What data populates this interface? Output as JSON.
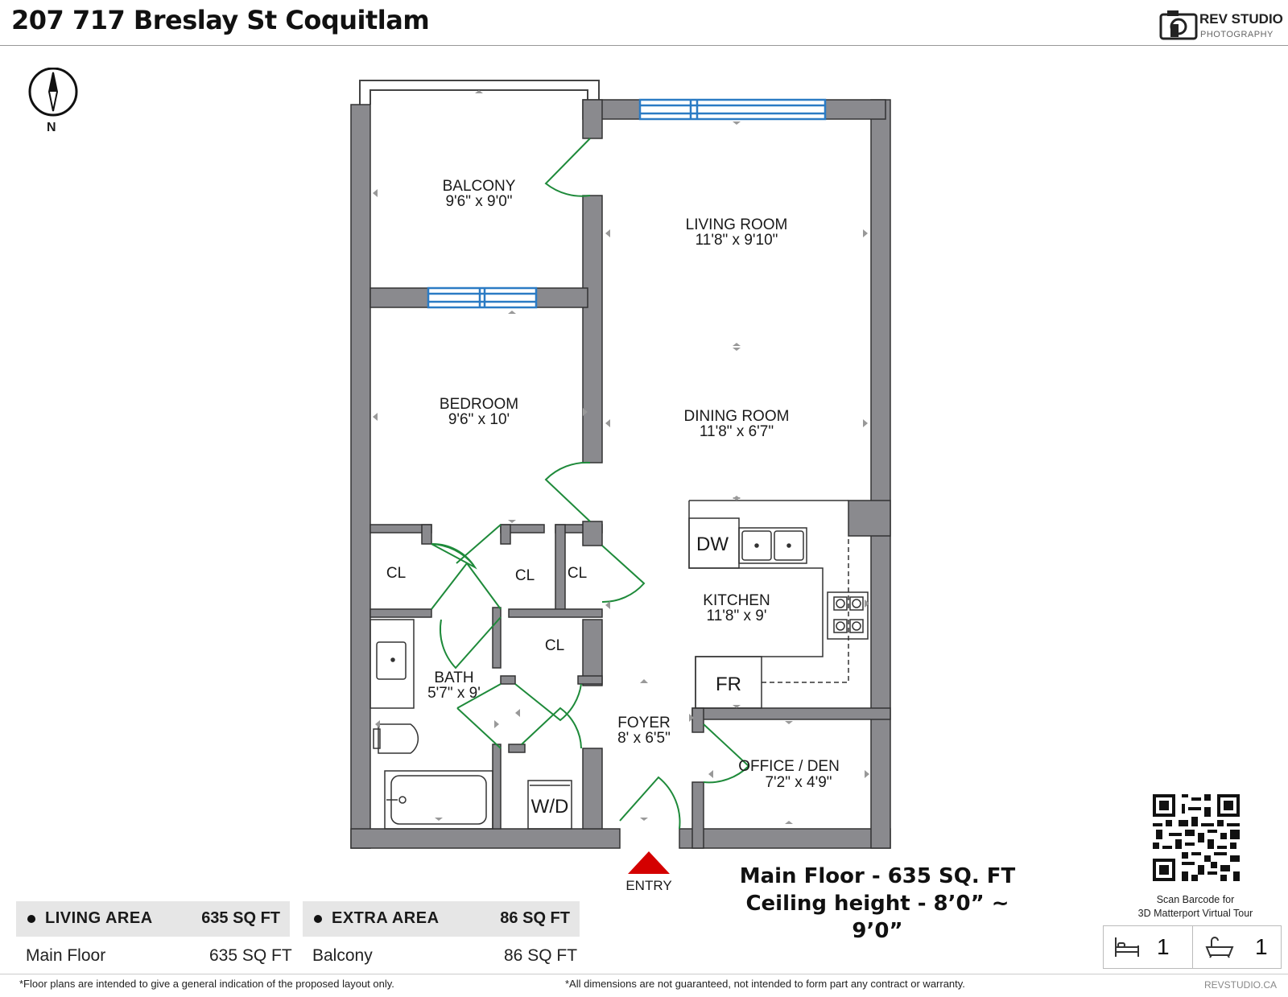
{
  "header": {
    "title": "207 717 Breslay St Coquitlam",
    "logo_brand": "REV STUDIO",
    "logo_sub": "PHOTOGRAPHY"
  },
  "compass": {
    "label": "N"
  },
  "rooms": {
    "balcony": {
      "name": "BALCONY",
      "size": "9'6\" x 9'0\""
    },
    "living": {
      "name": "LIVING ROOM",
      "size": "11'8\" x 9'10\""
    },
    "bedroom": {
      "name": "BEDROOM",
      "size": "9'6\" x 10'"
    },
    "dining": {
      "name": "DINING ROOM",
      "size": "11'8\" x 6'7\""
    },
    "kitchen": {
      "name": "KITCHEN",
      "size": "11'8\" x 9'"
    },
    "bath": {
      "name": "BATH",
      "size": "5'7\" x 9'"
    },
    "foyer": {
      "name": "FOYER",
      "size": "8' x 6'5\""
    },
    "office": {
      "name": "OFFICE / DEN",
      "size": "7'2\" x 4'9\""
    },
    "closet": "CL",
    "dishwasher": "DW",
    "fridge": "FR",
    "washer_dryer": "W/D",
    "entry": "ENTRY"
  },
  "summary": {
    "main_floor": "Main Floor - 635 SQ. FT",
    "ceiling": "Ceiling height - 8’0” ~ 9’0”"
  },
  "areas": {
    "living": {
      "heading": "LIVING AREA",
      "total": "635 SQ FT",
      "row_label": "Main Floor",
      "row_value": "635 SQ FT"
    },
    "extra": {
      "heading": "EXTRA AREA",
      "total": "86 SQ FT",
      "row_label": "Balcony",
      "row_value": "86 SQ FT"
    }
  },
  "qr": {
    "caption_line1": "Scan Barcode for",
    "caption_line2": "3D Matterport Virtual Tour"
  },
  "counts": {
    "bedrooms": "1",
    "bathrooms": "1"
  },
  "footer": {
    "left_note": "*Floor plans are intended to give a general indication of the proposed layout only.",
    "right_note": "*All dimensions are not guaranteed, not intended to form part any contract or warranty.",
    "site": "REVSTUDIO.CA"
  },
  "colors": {
    "wall": "#8a8a8e",
    "window": "#2b7bc4",
    "door_swing": "#1e8a3a",
    "entry_arrow": "#d40000"
  }
}
